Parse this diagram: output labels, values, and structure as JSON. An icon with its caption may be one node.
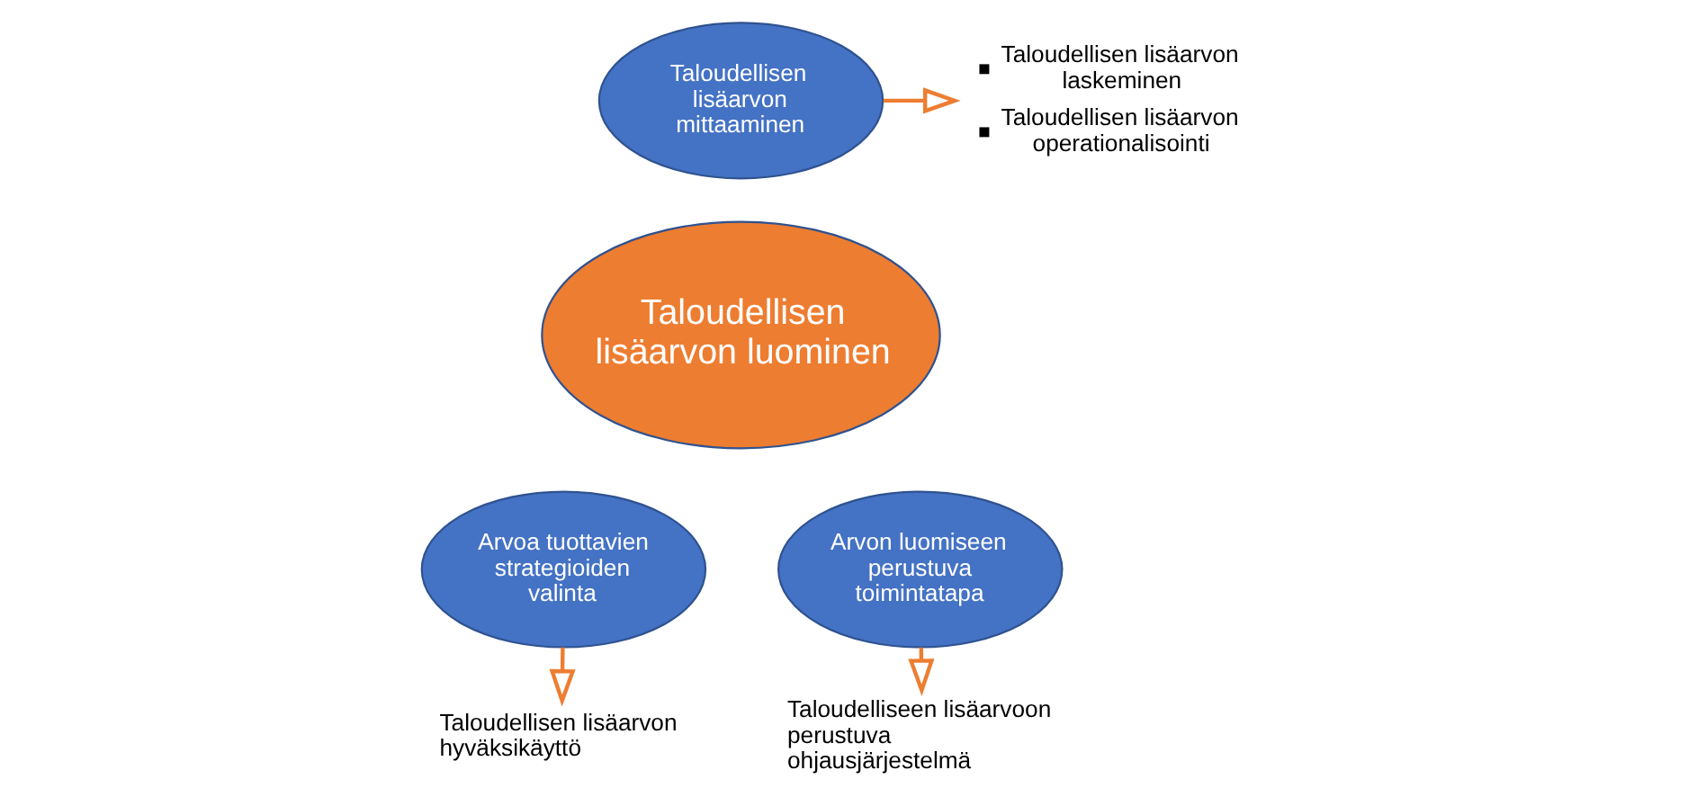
{
  "diagram": {
    "nodes": [
      {
        "text": [
          "Taloudellisen lisäarvon luominen"
        ]
      },
      {
        "text": [
          "Taloudellisen lisäarvon mittaaminen"
        ]
      },
      {
        "text": [
          "Arvoa tuottavien strategioiden valinta"
        ]
      },
      {
        "text": [
          "Arvon luomiseen perustuva toimintatapa"
        ]
      },
      {
        "text": [
          "Taloudellisen lisäarvon laskeminen",
          "Taloudellisen lisäarvon operationalisointi"
        ]
      },
      {
        "text": [
          "Taloudellisen lisäarvon hyväksikäyttö"
        ]
      },
      {
        "text": [
          "Taloudelliseen lisäarvoon perustuva ohjausjärjestelmä"
        ]
      }
    ],
    "edges": [
      {
        "from": 1,
        "to": 4,
        "arrow": "to",
        "color": "#ed7d31"
      },
      {
        "from": 2,
        "to": 5,
        "arrow": "to",
        "color": "#ed7d31"
      },
      {
        "from": 3,
        "to": 6,
        "arrow": "to",
        "color": "#ed7d31"
      }
    ]
  }
}
